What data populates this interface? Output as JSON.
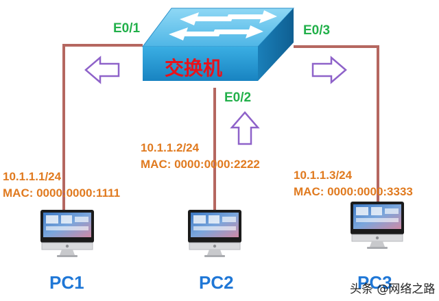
{
  "switch": {
    "label": "交换机"
  },
  "ports": {
    "p1": "E0/1",
    "p2": "E0/2",
    "p3": "E0/3"
  },
  "pcs": [
    {
      "name": "PC1",
      "ip": "10.1.1.1/24",
      "mac": "MAC: 0000:0000:1111"
    },
    {
      "name": "PC2",
      "ip": "10.1.1.2/24",
      "mac": "MAC: 0000:0000:2222"
    },
    {
      "name": "PC3",
      "ip": "10.1.1.3/24",
      "mac": "MAC: 0000:0000:3333"
    }
  ],
  "watermark": "头条 @网络之路",
  "colors": {
    "cable": "#b56760",
    "port_label": "#22b04a",
    "address_label": "#e07a1f",
    "pc_label": "#1f77d6",
    "switch_label": "#e8121b",
    "arrow": "#8e62c9",
    "switch_body": "#1c9ad6"
  }
}
